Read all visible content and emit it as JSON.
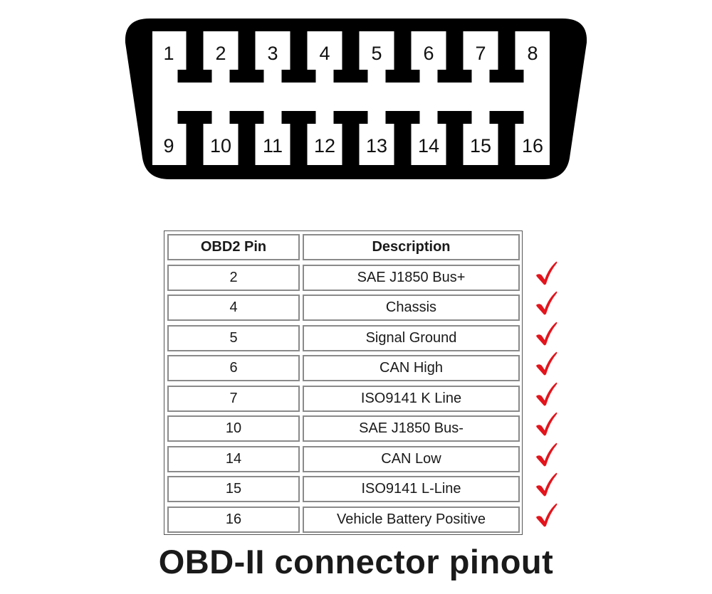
{
  "connector": {
    "top_pins": [
      "1",
      "2",
      "3",
      "4",
      "5",
      "6",
      "7",
      "8"
    ],
    "bottom_pins": [
      "9",
      "10",
      "11",
      "12",
      "13",
      "14",
      "15",
      "16"
    ]
  },
  "table": {
    "headers": {
      "pin": "OBD2 Pin",
      "description": "Description"
    },
    "rows": [
      {
        "pin": "2",
        "description": "SAE J1850 Bus+"
      },
      {
        "pin": "4",
        "description": "Chassis"
      },
      {
        "pin": "5",
        "description": "Signal Ground"
      },
      {
        "pin": "6",
        "description": "CAN High"
      },
      {
        "pin": "7",
        "description": "ISO9141 K Line"
      },
      {
        "pin": "10",
        "description": "SAE J1850 Bus-"
      },
      {
        "pin": "14",
        "description": "CAN Low"
      },
      {
        "pin": "15",
        "description": "ISO9141 L-Line"
      },
      {
        "pin": "16",
        "description": "Vehicle Battery Positive"
      }
    ]
  },
  "checkmark_icon": "check-icon",
  "checkmark_color": "#e3141c",
  "title": "OBD-II connector pinout"
}
